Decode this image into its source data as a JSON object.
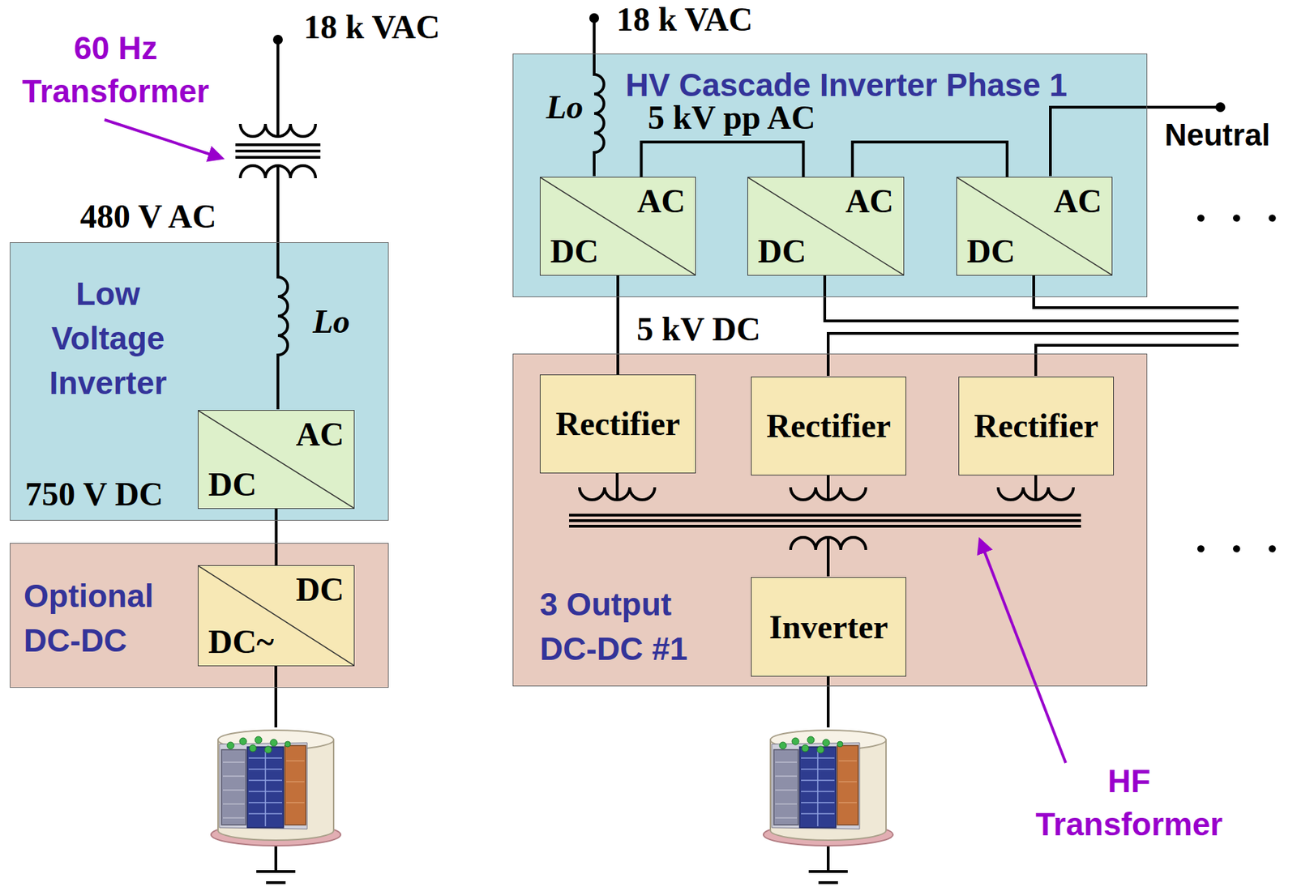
{
  "diagram": {
    "nodes": [
      {
        "text": [
          "Low Voltage Inverter"
        ]
      },
      {
        "text": [
          "AC",
          "DC"
        ],
        "in": 0
      },
      {
        "text": [
          "Optional DC-DC"
        ]
      },
      {
        "text": [
          "DC",
          "DC~"
        ],
        "in": 2
      },
      {
        "text": [
          "HV Cascade Inverter Phase 1"
        ]
      },
      {
        "text": [
          "AC",
          "DC"
        ],
        "in": 4
      },
      {
        "text": [
          "AC",
          "DC"
        ],
        "in": 4
      },
      {
        "text": [
          "AC",
          "DC"
        ],
        "in": 4
      },
      {
        "text": [
          "3 Output DC-DC #1"
        ]
      },
      {
        "text": [
          "Rectifier"
        ],
        "in": 8
      },
      {
        "text": [
          "Rectifier"
        ],
        "in": 8
      },
      {
        "text": [
          "Rectifier"
        ],
        "in": 8
      },
      {
        "text": [
          "Inverter"
        ],
        "in": 8
      }
    ],
    "edges": [
      {
        "from": 1,
        "to": 3,
        "arrow": "none"
      },
      {
        "from": 5,
        "to": 6,
        "arrow": "none"
      },
      {
        "from": 6,
        "to": 7,
        "arrow": "none"
      },
      {
        "from": 5,
        "to": 9,
        "arrow": "none"
      }
    ],
    "labels": [
      "18 k VAC",
      "60 Hz Transformer",
      "480 V AC",
      "Lo",
      "750 V DC",
      "18 k VAC",
      "Lo",
      "5 kV pp AC",
      "Neutral",
      ". . .",
      "5 kV DC",
      ". . .",
      "HF Transformer"
    ]
  }
}
